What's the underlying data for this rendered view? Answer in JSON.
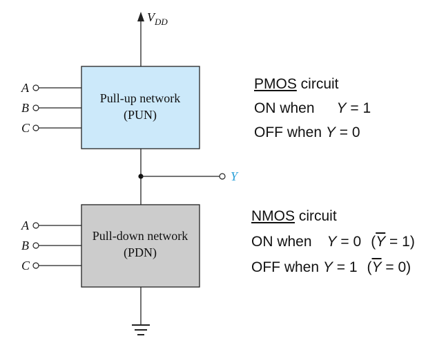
{
  "supply": {
    "label": "V",
    "sub": "DD"
  },
  "output": {
    "label": "Y"
  },
  "pun": {
    "line1": "Pull-up network",
    "line2": "(PUN)",
    "inputs": [
      "A",
      "B",
      "C"
    ],
    "fill": "#cce9fa"
  },
  "pdn": {
    "line1": "Pull-down network",
    "line2": "(PDN)",
    "inputs": [
      "A",
      "B",
      "C"
    ],
    "fill": "#cccccc"
  },
  "output_color": "#2aa0d8",
  "pmos_note": {
    "heading_underlined": "PMOS",
    "heading_rest": " circuit",
    "on_prefix": "ON when",
    "on_var": "Y",
    "on_value": " = 1",
    "off_prefix": "OFF when ",
    "off_var": "Y",
    "off_value": " = 0"
  },
  "nmos_note": {
    "heading_underlined": "NMOS",
    "heading_rest": " circuit",
    "on_prefix": "ON when",
    "on_var": "Y",
    "on_value": " = 0",
    "on_comp_open": "(",
    "on_comp_var": "Y",
    "on_comp_value": " = 1)",
    "off_prefix": "OFF when ",
    "off_var": "Y",
    "off_value": " = 1",
    "off_comp_open": "(",
    "off_comp_var": "Y",
    "off_comp_value": " = 0)"
  }
}
